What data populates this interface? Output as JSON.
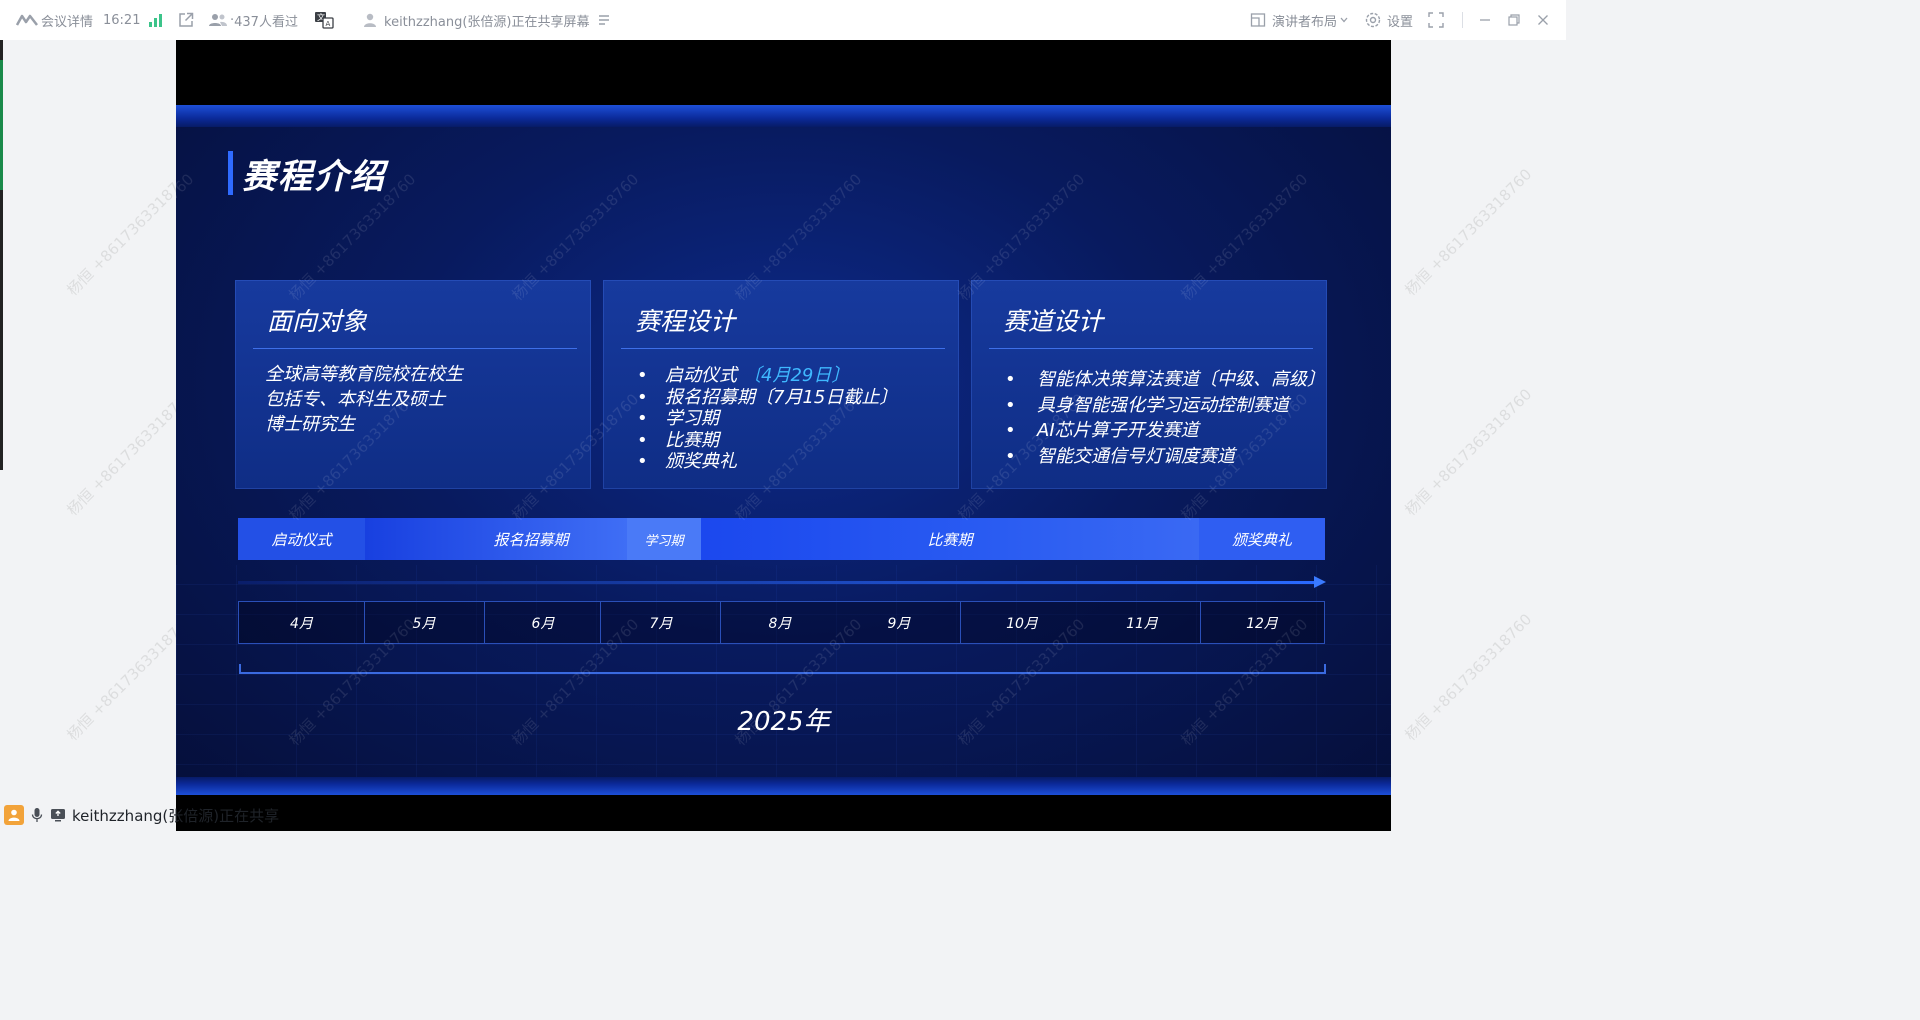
{
  "topbar": {
    "meeting_details": "会议详情",
    "time": "16:21",
    "viewers": "437人看过",
    "sharing_status": "keithzzhang(张倍源)正在共享屏幕",
    "presenter_layout": "演讲者布局",
    "settings": "设置"
  },
  "slide": {
    "title": "赛程介绍",
    "cards": {
      "audience": {
        "title": "面向对象",
        "lines": [
          "全球高等教育院校在校生",
          "包括专、本科生及硕士",
          "博士研究生"
        ]
      },
      "schedule": {
        "title": "赛程设计",
        "items": [
          "启动仪式",
          "〔4月29日〕",
          "报名招募期〔7月15日截止〕",
          "学习期",
          "比赛期",
          "颁奖典礼"
        ]
      },
      "tracks": {
        "title": "赛道设计",
        "items": [
          "智能体决策算法赛道〔中级、高级〕",
          "具身智能强化学习运动控制赛道",
          "AI芯片算子开发赛道",
          "智能交通信号灯调度赛道"
        ]
      }
    },
    "phases": [
      "启动仪式",
      "报名招募期",
      "学习期",
      "比赛期",
      "颁奖典礼"
    ],
    "months": [
      "4月",
      "5月",
      "6月",
      "7月",
      "8月",
      "9月",
      "10月",
      "11月",
      "12月"
    ],
    "year": "2025年",
    "watermark": "杨恒 +8617363318760"
  },
  "share_bar": {
    "text": "keithzzhang(张倍源)正在共享"
  },
  "colors": {
    "phase_dark": "#2350e6",
    "phase_light": "#3f6ef5",
    "highlight": "#3fb8ff",
    "card_bg": "#163896"
  }
}
